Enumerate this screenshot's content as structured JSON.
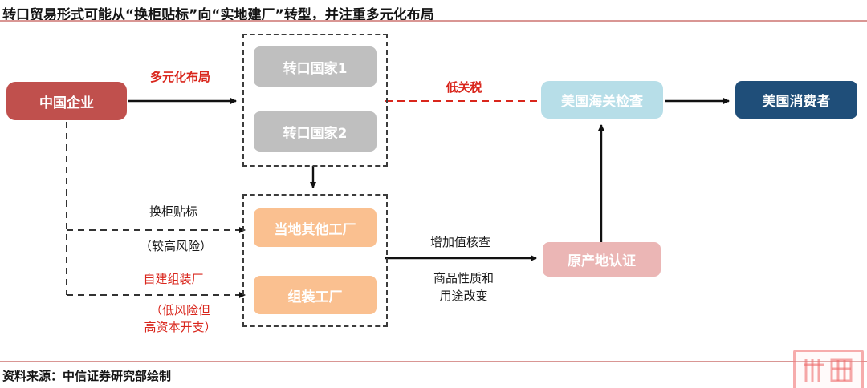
{
  "title": "转口贸易形式可能从“换柜贴标”向“实地建厂”转型，并注重多元化布局",
  "footer": {
    "source": "资料来源：中信证券研究部绘制"
  },
  "colors": {
    "rule_line": "#D99694",
    "china_box": "#C0504D",
    "transit_box": "#BFBFBF",
    "factory_box": "#FAC090",
    "customs_box": "#B7DEE8",
    "consumer_box": "#1F4E79",
    "origin_box": "#EBB6B5",
    "red_text": "#D9261C",
    "arrow": "#111111"
  },
  "nodes": {
    "china": "中国企业",
    "transit1": "转口国家1",
    "transit2": "转口国家2",
    "local_factory": "当地其他工厂",
    "assembly_factory": "组装工厂",
    "us_customs": "美国海关检查",
    "us_consumer": "美国消费者",
    "origin_cert": "原产地认证"
  },
  "labels": {
    "diversification": "多元化布局",
    "low_tariff": "低关税",
    "relabel": "换柜贴标",
    "relabel_risk": "（较高风险）",
    "self_build": "自建组装厂",
    "self_build_risk_1": "（低风险但",
    "self_build_risk_2": "高资本开支）",
    "value_added_check": "增加值核查",
    "nature_change_1": "商品性质和",
    "nature_change_2": "用途改变"
  }
}
